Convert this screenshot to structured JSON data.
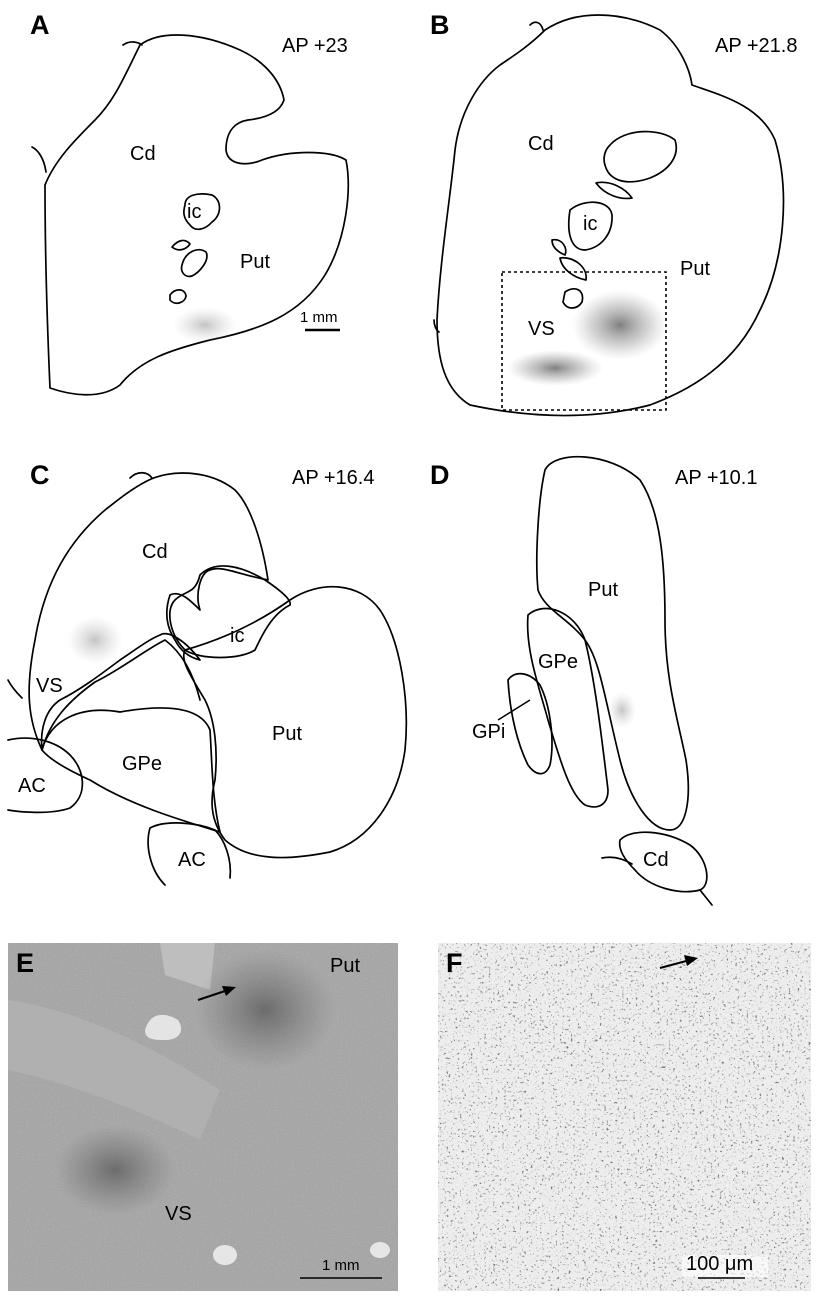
{
  "panels": {
    "a": {
      "letter": "A",
      "ap": "AP +23",
      "labels": {
        "cd": "Cd",
        "ic": "ic",
        "put": "Put"
      },
      "scale_bar": "1 mm"
    },
    "b": {
      "letter": "B",
      "ap": "AP +21.8",
      "labels": {
        "cd": "Cd",
        "ic": "ic",
        "put": "Put",
        "vs": "VS"
      }
    },
    "c": {
      "letter": "C",
      "ap": "AP +16.4",
      "labels": {
        "cd": "Cd",
        "ic": "ic",
        "vs": "VS",
        "put": "Put",
        "gpe": "GPe",
        "ac_left": "AC",
        "ac_bottom": "AC"
      }
    },
    "d": {
      "letter": "D",
      "ap": "AP +10.1",
      "labels": {
        "put": "Put",
        "gpe": "GPe",
        "gpi": "GPi",
        "cd": "Cd"
      }
    },
    "e": {
      "letter": "E",
      "labels": {
        "put": "Put",
        "vs": "VS"
      },
      "scale_bar": "1 mm"
    },
    "f": {
      "letter": "F",
      "scale_bar": "100 μm"
    }
  },
  "colors": {
    "outline": "#000000",
    "stain": "#808080",
    "micrograph_bg": "#9a9a9a"
  }
}
